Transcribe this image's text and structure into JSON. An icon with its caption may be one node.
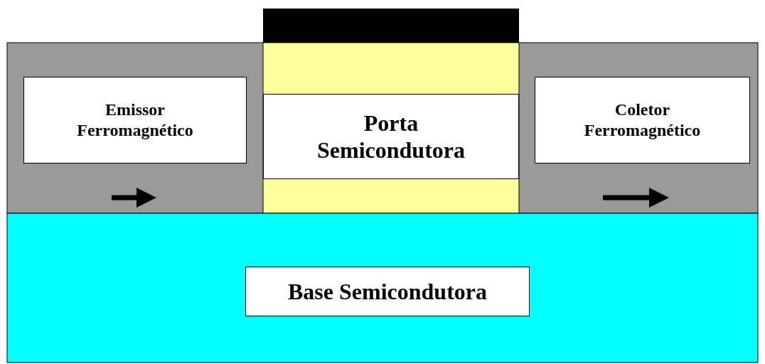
{
  "diagram": {
    "nodes": [
      {
        "text": [
          "Emissor Ferromagnético"
        ]
      },
      {
        "text": [
          "Porta Semicondutora"
        ]
      },
      {
        "text": [
          "Coletor Ferromagnético"
        ]
      },
      {
        "text": [
          "Base Semicondutora"
        ]
      }
    ]
  }
}
